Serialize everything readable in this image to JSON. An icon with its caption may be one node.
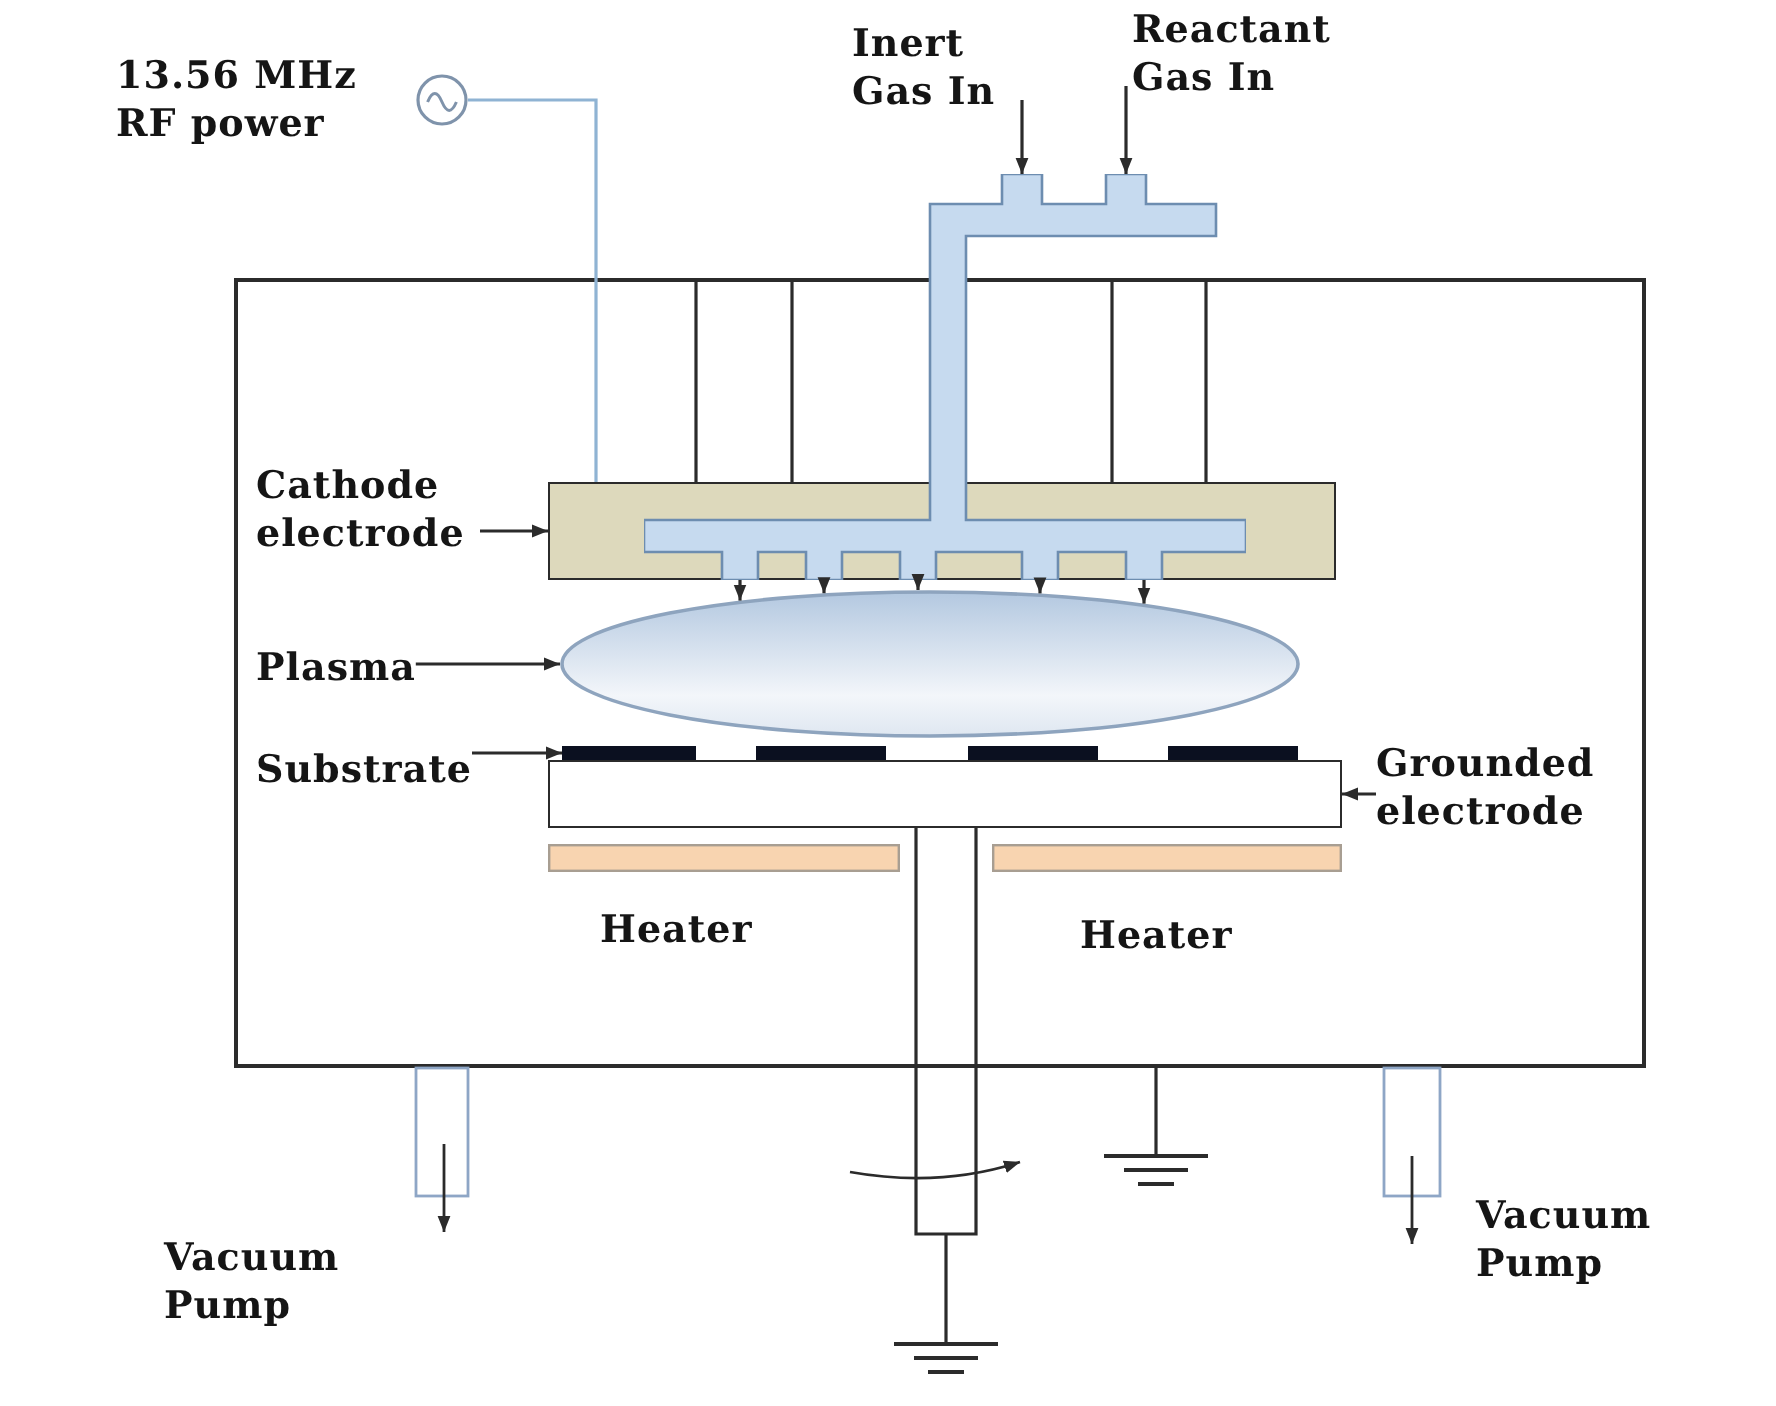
{
  "diagram": {
    "nodes": [
      {
        "text": [],
        "shape": "circle",
        "beside": [
          "13.56 MHz RF power"
        ]
      },
      {
        "text": [
          "Inert Gas In"
        ]
      },
      {
        "text": [
          "Reactant Gas In"
        ]
      },
      {
        "text": [],
        "shape": "pipe"
      },
      {
        "text": [
          "Cathode electrode"
        ]
      },
      {
        "text": [],
        "shape": "box"
      },
      {
        "text": [
          "Plasma"
        ]
      },
      {
        "text": [],
        "shape": "ellipse"
      },
      {
        "text": [
          "Substrate"
        ]
      },
      {
        "text": [],
        "shape": "bar"
      },
      {
        "text": [
          "Grounded electrode"
        ]
      },
      {
        "text": [],
        "shape": "box"
      },
      {
        "text": [],
        "shape": "bar",
        "beside": [
          "Heater"
        ]
      },
      {
        "text": [],
        "shape": "bar",
        "beside": [
          "Heater"
        ]
      }
    ],
    "edges": [
      {
        "from": 1,
        "to": 3,
        "arrow": "to"
      },
      {
        "from": 2,
        "to": 3,
        "arrow": "to"
      },
      {
        "from": 0,
        "to": 5,
        "arrow": "none",
        "color": "#8fb3d3"
      },
      {
        "from": 4,
        "to": 5,
        "arrow": "to"
      },
      {
        "from": 3,
        "to": 7,
        "arrow": "to"
      },
      {
        "from": 3,
        "to": 7,
        "arrow": "to"
      },
      {
        "from": 3,
        "to": 7,
        "arrow": "to"
      },
      {
        "from": 3,
        "to": 7,
        "arrow": "to"
      },
      {
        "from": 3,
        "to": 7,
        "arrow": "to"
      },
      {
        "from": 6,
        "to": 7,
        "arrow": "to"
      },
      {
        "from": 8,
        "to": 9,
        "arrow": "to"
      },
      {
        "from": 10,
        "to": 11,
        "arrow": "to"
      }
    ],
    "labels": [
      "Vacuum Pump",
      "Vacuum Pump"
    ]
  }
}
